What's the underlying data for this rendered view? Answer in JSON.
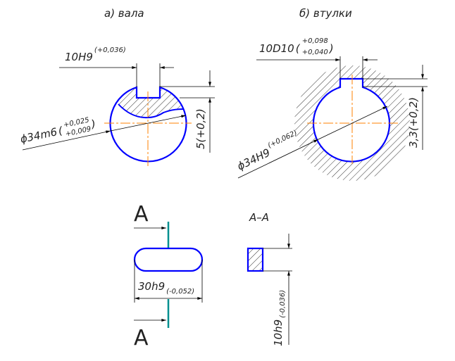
{
  "titles": {
    "shaft": "а) вала",
    "bushing": "б) втулки"
  },
  "shaft": {
    "keyway_width": "10H9",
    "keyway_width_tol": "(+0,036)",
    "diameter": "ϕ34m6",
    "diameter_tol_upper": "+0,025",
    "diameter_tol_lower": "+0,009",
    "depth": "5(+0,2)"
  },
  "bushing": {
    "keyway_width": "10D10",
    "keyway_width_tol_upper": "+0,098",
    "keyway_width_tol_lower": "+0,040",
    "diameter": "ϕ34H9",
    "diameter_tol": "(+0,062)",
    "depth": "3,3(+0,2)"
  },
  "key": {
    "section_mark_top": "A",
    "section_mark_bottom": "A",
    "length": "30h9",
    "length_tol": "(-0,052)",
    "section_label": "A–A",
    "height": "10h9",
    "height_tol": "(-0,036)"
  },
  "colors": {
    "outline": "#0000ff",
    "center": "#ff8000",
    "cut": "#009090",
    "line": "#000000"
  }
}
